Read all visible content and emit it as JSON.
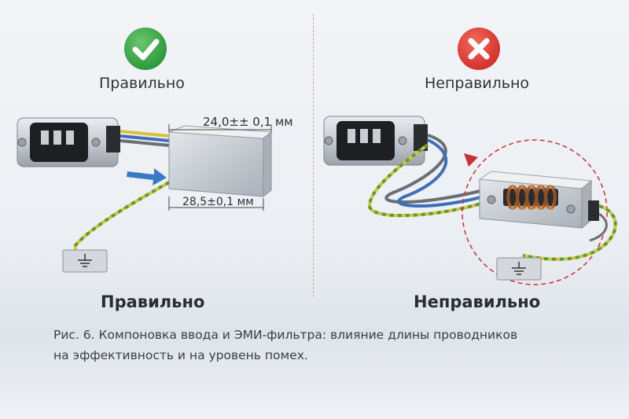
{
  "left": {
    "heading": "Правильно",
    "bottom_label": "Правильно",
    "dimension_top": "24,0±± 0,1 мм",
    "dimension_bottom": "28,5±0,1 мм"
  },
  "right": {
    "heading": "Неправильно",
    "bottom_label": "Неправильно"
  },
  "caption": {
    "line1": "Рис. 6. Компоновка ввода и ЭМИ-фильтра: влияние длины проводников",
    "line2": "на эффективность и на уровень помех."
  },
  "colors": {
    "correct": "#3aa64a",
    "incorrect": "#e0403a",
    "wire_yellow": "#d9c23a",
    "wire_green": "#5a9a3a",
    "wire_blue": "#3d6fb8",
    "wire_gray": "#6b6f75",
    "arrow": "#3b78c4",
    "zone": "#c8323a"
  },
  "icons": {
    "correct": "check-icon",
    "incorrect": "cross-icon",
    "ground": "ground-icon"
  }
}
